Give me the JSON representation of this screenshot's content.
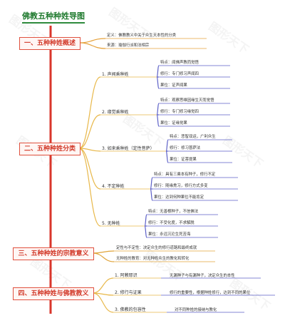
{
  "title": "佛教五种种姓导图",
  "watermark": "图形天下",
  "sections": [
    {
      "label": "一、五种种姓概述"
    },
    {
      "label": "二、五种种姓分类"
    },
    {
      "label": "三、五种种姓的宗教意义"
    },
    {
      "label": "四、五种种姓与佛教教义"
    }
  ],
  "overview": [
    "定义：佛教教义中关于众生天本性的分类",
    "来源：瑜伽行派和法相宗"
  ],
  "categories": [
    {
      "label": "1. 声闻乘种姓",
      "items": [
        "特点：闻佛声教而觉悟",
        "修行：专门修习声闻四",
        "果位：证声闻果"
      ]
    },
    {
      "label": "2. 缘觉乘种姓",
      "items": [
        "特点：观察思维因缘生灭而觉悟",
        "修行：专门修习缘觉四",
        "果位：证缘觉果"
      ]
    },
    {
      "label": "3. 如来乘种姓（定性菩萨）",
      "items": [
        "特点：悲智双运，广利众生",
        "修行：修习菩萨法",
        "果位：证菩提果"
      ]
    },
    {
      "label": "4. 不定种姓",
      "items": [
        "特点：具有三乘本有种子，修行不定",
        "修行：随缘熏习，修行方式多变",
        "果位：达到何种果位不能肯定"
      ]
    },
    {
      "label": "5. 无种姓",
      "items": [
        "特点：无善根种子，不信佛法",
        "修行：不受化度，不求解脱",
        "果位：永远沉沦生死苦海"
      ]
    }
  ],
  "meaning": [
    "定性与不定性：决定众生的修行道路和最终成就",
    "无种姓的教育：对无种姓众生的教化和转化"
  ],
  "doctrine": [
    {
      "label": "1. 阿赖耶识",
      "detail": "无漏种子与有漏种子，决定众生的本性"
    },
    {
      "label": "2. 修行与证果",
      "detail": "修行的重要性，根据种姓修行，达到不同的果位"
    },
    {
      "label": "3. 佛教的包容性",
      "detail": "对不同种姓的接纳与教化"
    }
  ],
  "colors": {
    "trunk": "#d9362b",
    "overview": "#e6a23c",
    "categories": "#e8b84a",
    "meaning": "#e0a43a",
    "doctrine": "#e8b84a",
    "underline": "#5b5fc7"
  }
}
